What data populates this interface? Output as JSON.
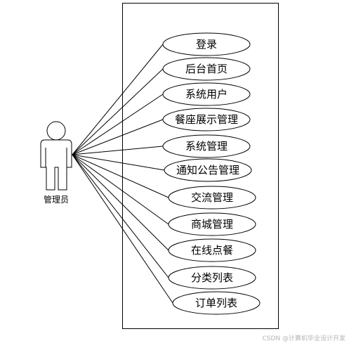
{
  "diagram": {
    "type": "use-case",
    "actor": {
      "label": "管理员"
    },
    "use_cases": [
      "登录",
      "后台首页",
      "系统用户",
      "餐座展示管理",
      "系统管理",
      "通知公告管理",
      "交流管理",
      "商城管理",
      "在线点餐",
      "分类列表",
      "订单列表"
    ]
  },
  "watermark": "CSDN @计算机毕业设计开发",
  "colors": {
    "stroke": "#000000",
    "background": "#ffffff",
    "watermark": "#b4b4b4"
  }
}
